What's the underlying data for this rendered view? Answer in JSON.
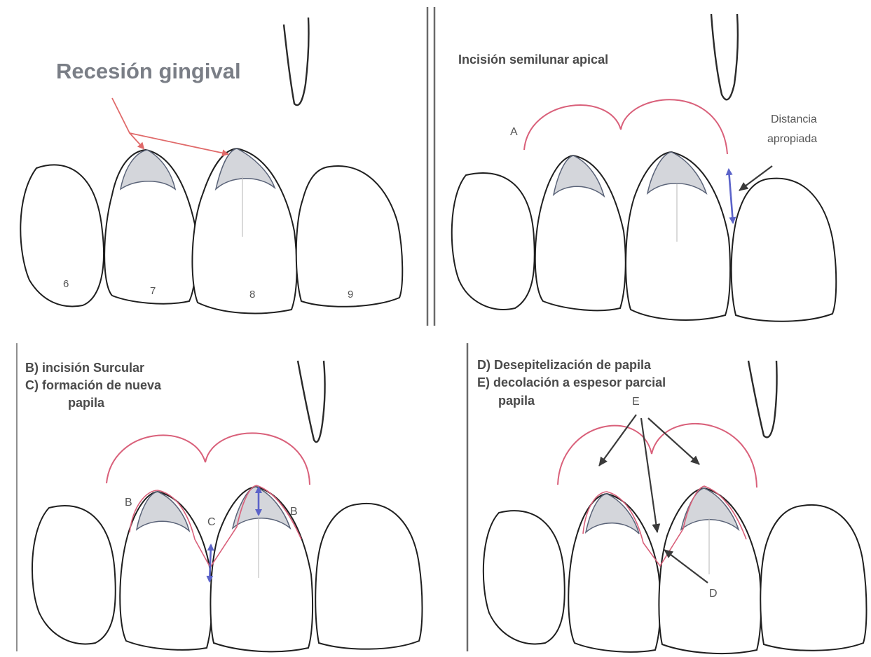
{
  "panel_a": {
    "title": "Recesión gingival",
    "tooth_numbers": [
      "6",
      "7",
      "8",
      "9"
    ]
  },
  "panel_b": {
    "title": "Incisión semilunar apical",
    "label_a": "A",
    "distance_line1": "Distancia",
    "distance_line2": "apropiada"
  },
  "panel_c": {
    "line1": "B) incisión Surcular",
    "line2": "C) formación de nueva",
    "line3": "papila",
    "label_b_left": "B",
    "label_b_right": "B",
    "label_c": "C"
  },
  "panel_d": {
    "line1": "D) Desepitelización de papila",
    "line2": "E) decolación a espesor parcial",
    "line3": "papila",
    "label_e": "E",
    "label_d": "D"
  },
  "colors": {
    "flap_incision": "#d9607a",
    "recession_fill": "#d4d6db",
    "measure_arrow": "#5b63c9",
    "pointer_arrow_red": "#e06a6a"
  }
}
